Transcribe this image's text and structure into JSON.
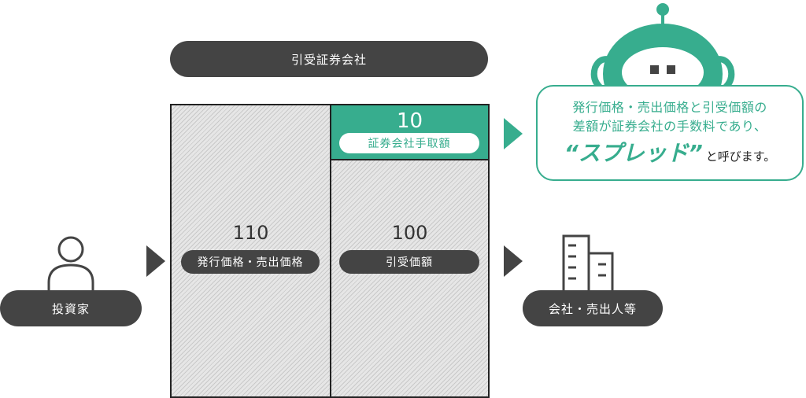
{
  "underwriter": {
    "label": "引受証券会社"
  },
  "fee": {
    "value": "10",
    "label": "証券会社手取額"
  },
  "issue": {
    "value": "110",
    "label": "発行価格・売出価格"
  },
  "underwriting": {
    "value": "100",
    "label": "引受価額"
  },
  "investor": {
    "label": "投資家"
  },
  "company": {
    "label": "会社・売出人等"
  },
  "bubble": {
    "line1": "発行価格・売出価格と引受価額の",
    "line2": "差額が証券会社の手数料であり、",
    "spread": "“スプレッド”",
    "tail": "と呼びます。"
  },
  "colors": {
    "accent": "#37ad8e",
    "dark": "#444444",
    "hatch": "#e6e6e6"
  }
}
